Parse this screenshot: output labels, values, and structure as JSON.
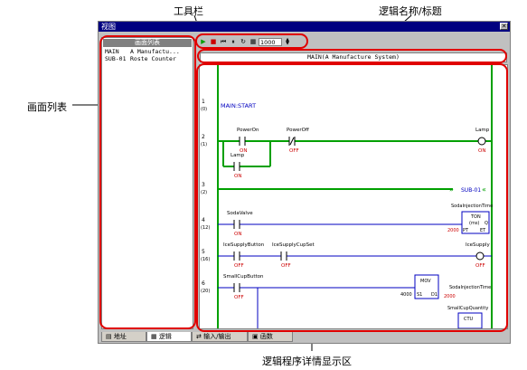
{
  "callouts": {
    "toolbar": "工具栏",
    "title": "逻辑名称/标题",
    "screen_list": "画面列表",
    "detail_area": "逻辑程序详情显示区"
  },
  "window": {
    "title": "视图"
  },
  "list_panel": {
    "header": "画面列表",
    "items": [
      {
        "name": "MAIN",
        "desc": "A Manufactu..."
      },
      {
        "name": "SUB-01",
        "desc": "Roste Counter"
      }
    ]
  },
  "toolbar": {
    "scan_value": "1000"
  },
  "program_title": "MAIN(A Manufacture System)",
  "tabs": [
    {
      "label": "地址",
      "icon": "address-icon"
    },
    {
      "label": "逻辑",
      "icon": "logic-icon"
    },
    {
      "label": "输入/输出",
      "icon": "io-icon"
    },
    {
      "label": "函数",
      "icon": "function-icon"
    }
  ],
  "ladder": {
    "rungs": [
      {
        "num": "1",
        "sub": "(0)",
        "label": "MAIN:START"
      },
      {
        "num": "2",
        "sub": "(1)"
      },
      {
        "num": "3",
        "sub": "(2)",
        "label": "SUB-01"
      },
      {
        "num": "4",
        "sub": "(12)"
      },
      {
        "num": "5",
        "sub": "(16)"
      },
      {
        "num": "6",
        "sub": "(20)"
      }
    ],
    "contacts": {
      "poweron": {
        "name": "PowerOn",
        "state": "ON"
      },
      "poweroff": {
        "name": "PowerOff",
        "state": "OFF"
      },
      "lamp_contact": {
        "name": "Lamp",
        "state": "ON"
      },
      "lamp_coil": {
        "name": "Lamp",
        "state": "ON"
      },
      "sodavalve": {
        "name": "SodaValve",
        "state": "ON"
      },
      "icesupplybutton": {
        "name": "IceSupplyButton",
        "state": "OFF"
      },
      "icesupplycupset": {
        "name": "IceSupplyCupSet",
        "state": "OFF"
      },
      "icesupply_coil": {
        "name": "IceSupply",
        "state": "OFF"
      },
      "smallcupbutton": {
        "name": "SmallCupButton",
        "state": "OFF"
      }
    },
    "timer": {
      "var": "SodaInjectionTime",
      "type": "TON",
      "unit": "(ms)",
      "pt": "PT",
      "et": "ET",
      "q": "Q",
      "preset": "2000"
    },
    "mov": {
      "type": "MOV",
      "in_value": "4000",
      "s1": "S1",
      "d1": "D1",
      "dest": "SodaInjectionTime",
      "dest_value": "2000"
    },
    "ctu": {
      "var": "SmallCupQuantity",
      "type": "CTU"
    }
  },
  "colors": {
    "ladder_green": "#00a000",
    "ladder_blue": "#0000c0",
    "state_red": "#cc0000",
    "callout_red": "#e00000"
  }
}
